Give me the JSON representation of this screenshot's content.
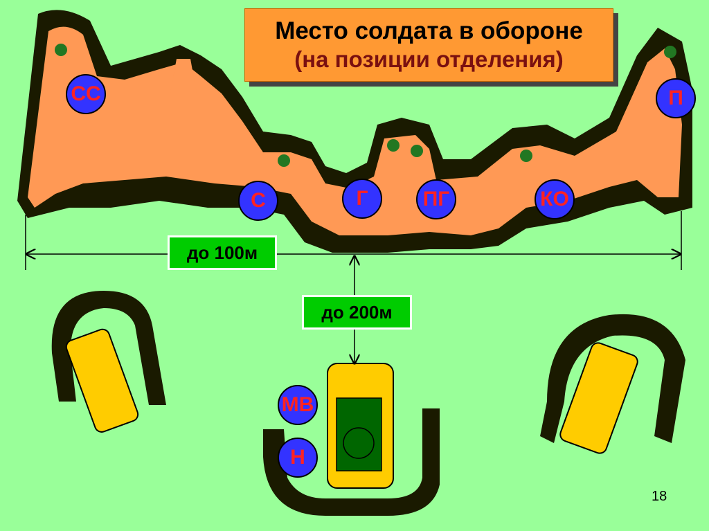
{
  "title": {
    "line1": "Место солдата в обороне",
    "line2": "(на позиции отделения)"
  },
  "roles": {
    "ss": "СС",
    "s": "С",
    "g": "Г",
    "pg": "ПГ",
    "ko": "КО",
    "p": "П",
    "mv": "МВ",
    "n": "Н"
  },
  "distances": {
    "front": "до 100м",
    "depth": "до 200м"
  },
  "page_number": "18",
  "colors": {
    "background": "#99ff99",
    "trench": "#ff9955",
    "trench_border": "#000000",
    "vehicle": "#ffcc00",
    "role_circle": "#3333ff",
    "role_text": "#ff2222",
    "label_bg": "#00cc00",
    "title_bg": "#ff9933"
  }
}
